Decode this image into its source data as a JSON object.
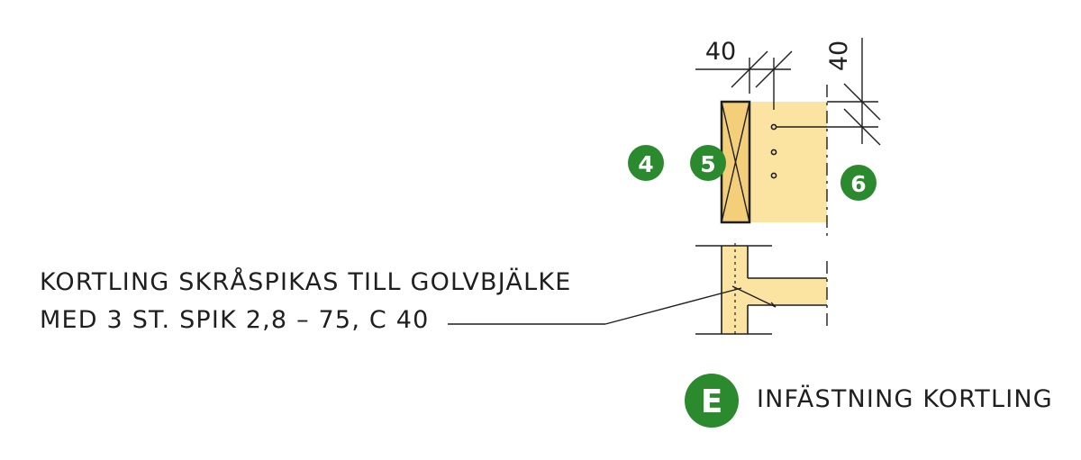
{
  "colors": {
    "badge_green": "#2b8a2e",
    "timber_light": "#fbe4a2",
    "timber_dark": "#f3cf7a",
    "line": "#1f1f1f"
  },
  "dimensions": {
    "width_label": "40",
    "height_label": "40"
  },
  "markers": {
    "m4": "4",
    "m5": "5",
    "m6": "6",
    "detail": "E"
  },
  "note": {
    "line1": "KORTLING SKRÅSPIKAS TILL GOLVBJÄLKE",
    "line2": "MED 3 ST. SPIK 2,8 – 75, C 40"
  },
  "detail_title": "INFÄSTNING KORTLING"
}
